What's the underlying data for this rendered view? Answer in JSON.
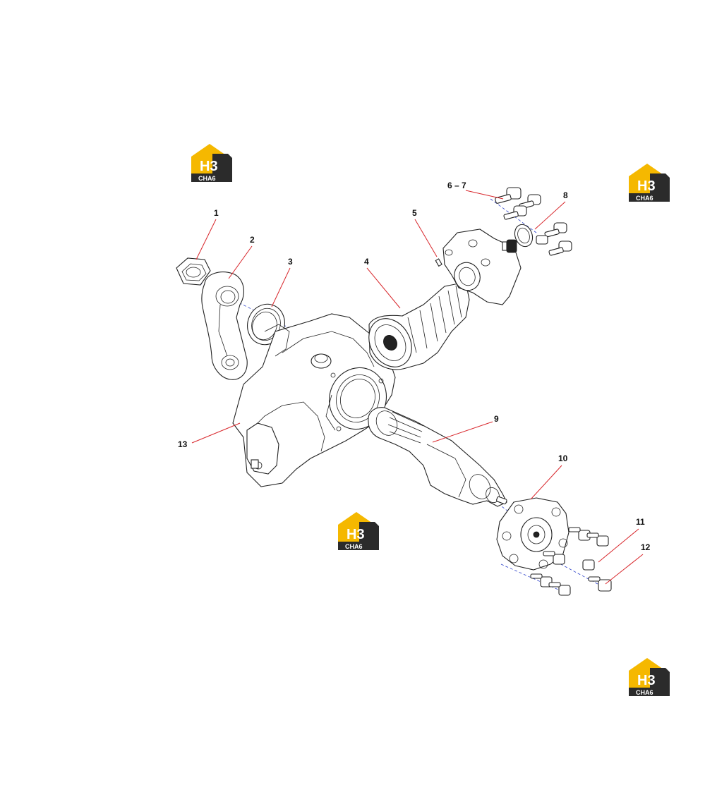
{
  "watermark": {
    "logo_letters": "H3",
    "logo_caption": "CHA6",
    "colors": {
      "yellow": "#f5b800",
      "dark": "#2b2b2b",
      "text": "#ffffff"
    }
  },
  "callouts": [
    {
      "id": "1",
      "label": "1"
    },
    {
      "id": "2",
      "label": "2"
    },
    {
      "id": "3",
      "label": "3"
    },
    {
      "id": "4",
      "label": "4"
    },
    {
      "id": "5",
      "label": "5"
    },
    {
      "id": "6-7",
      "label": "6 – 7"
    },
    {
      "id": "8",
      "label": "8"
    },
    {
      "id": "9",
      "label": "9"
    },
    {
      "id": "10",
      "label": "10"
    },
    {
      "id": "11",
      "label": "11"
    },
    {
      "id": "12",
      "label": "12"
    },
    {
      "id": "13",
      "label": "13"
    }
  ],
  "colors": {
    "leader": "#d8262b",
    "axis": "#2a3fc8",
    "line": "#222222"
  }
}
